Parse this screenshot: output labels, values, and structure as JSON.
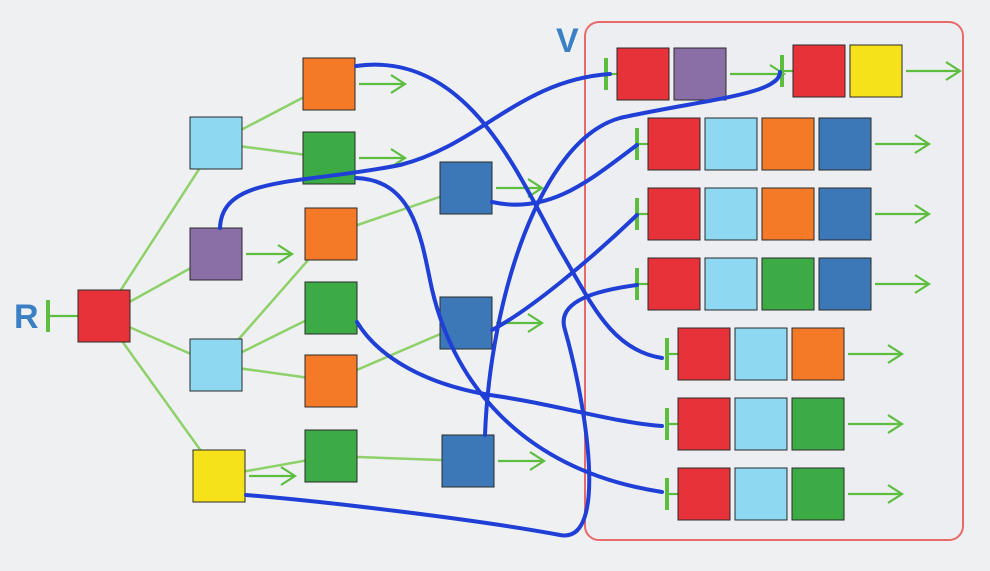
{
  "labels": {
    "root": "R",
    "target": "V"
  },
  "colors": {
    "red": "#e8323a",
    "light_blue": "#8fd8f2",
    "purple": "#8a6fa6",
    "yellow": "#f6e21a",
    "orange": "#f47a27",
    "green": "#3cab45",
    "blue": "#3c78b8",
    "tree_line": "#8ed16a",
    "arrow": "#5cbd3f",
    "connector": "#1f3fd6",
    "panel_border": "#e96a6a",
    "panel_fill": "#eceef1"
  },
  "tree": {
    "root": {
      "id": "root",
      "color": "red"
    },
    "nodes": [
      {
        "id": "l1-top",
        "color": "light_blue",
        "parent": "root"
      },
      {
        "id": "l1-purple",
        "color": "purple",
        "parent": "root"
      },
      {
        "id": "l1-mid",
        "color": "light_blue",
        "parent": "root"
      },
      {
        "id": "l1-yellow",
        "color": "yellow",
        "parent": "root"
      },
      {
        "id": "l2-orange-a",
        "color": "orange",
        "parent": "l1-top"
      },
      {
        "id": "l2-green-a",
        "color": "green",
        "parent": "l1-top"
      },
      {
        "id": "l2-orange-b",
        "color": "orange",
        "parent": "l1-mid"
      },
      {
        "id": "l2-green-b",
        "color": "green",
        "parent": "l1-mid"
      },
      {
        "id": "l2-orange-c",
        "color": "orange",
        "parent": "l1-mid"
      },
      {
        "id": "l2-green-c",
        "color": "green",
        "parent": "l1-yellow"
      },
      {
        "id": "l3-blue-a",
        "color": "blue",
        "parent": "l2-orange-b"
      },
      {
        "id": "l3-blue-b",
        "color": "blue",
        "parent": "l2-orange-c"
      },
      {
        "id": "l3-blue-c",
        "color": "blue",
        "parent": "l2-green-c"
      }
    ],
    "leaf_arrows": [
      "l2-orange-a",
      "l2-green-a",
      "l1-purple",
      "l1-yellow",
      "l3-blue-a",
      "l3-blue-b",
      "l3-blue-c"
    ]
  },
  "chains": [
    {
      "id": "chain-1a",
      "colors": [
        "red",
        "purple"
      ]
    },
    {
      "id": "chain-1b",
      "colors": [
        "red",
        "yellow"
      ]
    },
    {
      "id": "chain-2",
      "colors": [
        "red",
        "light_blue",
        "orange",
        "blue"
      ]
    },
    {
      "id": "chain-3",
      "colors": [
        "red",
        "light_blue",
        "orange",
        "blue"
      ]
    },
    {
      "id": "chain-4",
      "colors": [
        "red",
        "light_blue",
        "green",
        "blue"
      ]
    },
    {
      "id": "chain-5",
      "colors": [
        "red",
        "light_blue",
        "orange"
      ]
    },
    {
      "id": "chain-6",
      "colors": [
        "red",
        "light_blue",
        "green"
      ]
    },
    {
      "id": "chain-7",
      "colors": [
        "red",
        "light_blue",
        "green"
      ]
    }
  ],
  "connections": [
    {
      "from": "l2-orange-a",
      "to": "chain-5"
    },
    {
      "from": "l2-green-a",
      "to": "chain-7"
    },
    {
      "from": "l1-purple",
      "to": "chain-1a"
    },
    {
      "from": "l3-blue-a",
      "to": "chain-2"
    },
    {
      "from": "l3-blue-b",
      "to": "chain-3"
    },
    {
      "from": "l2-green-b",
      "to": "chain-6"
    },
    {
      "from": "l3-blue-c",
      "to": "chain-1b"
    },
    {
      "from": "l1-yellow",
      "to": "chain-4"
    }
  ]
}
